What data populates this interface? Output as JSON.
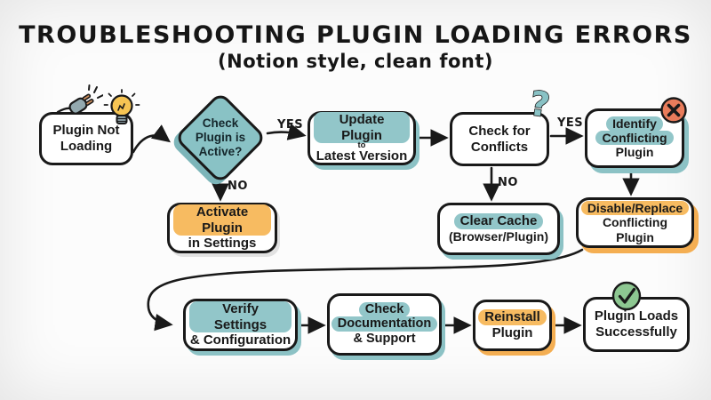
{
  "title": "TROUBLESHOOTING PLUGIN LOADING ERRORS",
  "subtitle": "(Notion style, clean font)",
  "colors": {
    "ink": "#191919",
    "teal_highlight": "#92c6c9",
    "teal_shadow": "#8cc2c5",
    "diamond_fill": "#89c2c5",
    "diamond_shadow": "#7cb5b9",
    "orange_highlight": "#f7bb61",
    "orange_shadow": "#f4ae52",
    "error_red": "#e97c5b",
    "success_green": "#8dc791",
    "background": "#fcfcfc"
  },
  "icons": {
    "start_plug": "plug-icon",
    "start_bulb": "lightbulb-icon",
    "conflicts_badge": "question-mark-icon",
    "identify_badge": "x-circle-icon",
    "success_badge": "check-circle-icon"
  },
  "edge_labels": {
    "yes_update": "YES",
    "yes_identify": "YES",
    "no_activate": "NO",
    "no_clear": "NO"
  },
  "nodes": {
    "start": {
      "line1": "Plugin Not",
      "line2": "Loading"
    },
    "decision": {
      "line1": "Check",
      "line2": "Plugin is",
      "line3": "Active?"
    },
    "update": {
      "hl": "Update Plugin",
      "mid": "to",
      "line2": "Latest Version"
    },
    "conflicts": {
      "line1": "Check for",
      "line2": "Conflicts"
    },
    "identify": {
      "hl1": "Identify",
      "hl2": "Conflicting",
      "line3": "Plugin"
    },
    "activate": {
      "hl": "Activate Plugin",
      "line2": "in Settings"
    },
    "clearcache": {
      "hl": "Clear Cache",
      "line2": "(Browser/Plugin)"
    },
    "disable": {
      "hl": "Disable/Replace",
      "line2": "Conflicting Plugin"
    },
    "verify": {
      "hl": "Verify Settings",
      "line2": "& Configuration"
    },
    "docs": {
      "hl1": "Check",
      "hl2": "Documentation",
      "line3": "& Support"
    },
    "reinstall": {
      "hl": "Reinstall",
      "line2": "Plugin"
    },
    "success": {
      "line1": "Plugin Loads",
      "line2": "Successfully"
    }
  }
}
